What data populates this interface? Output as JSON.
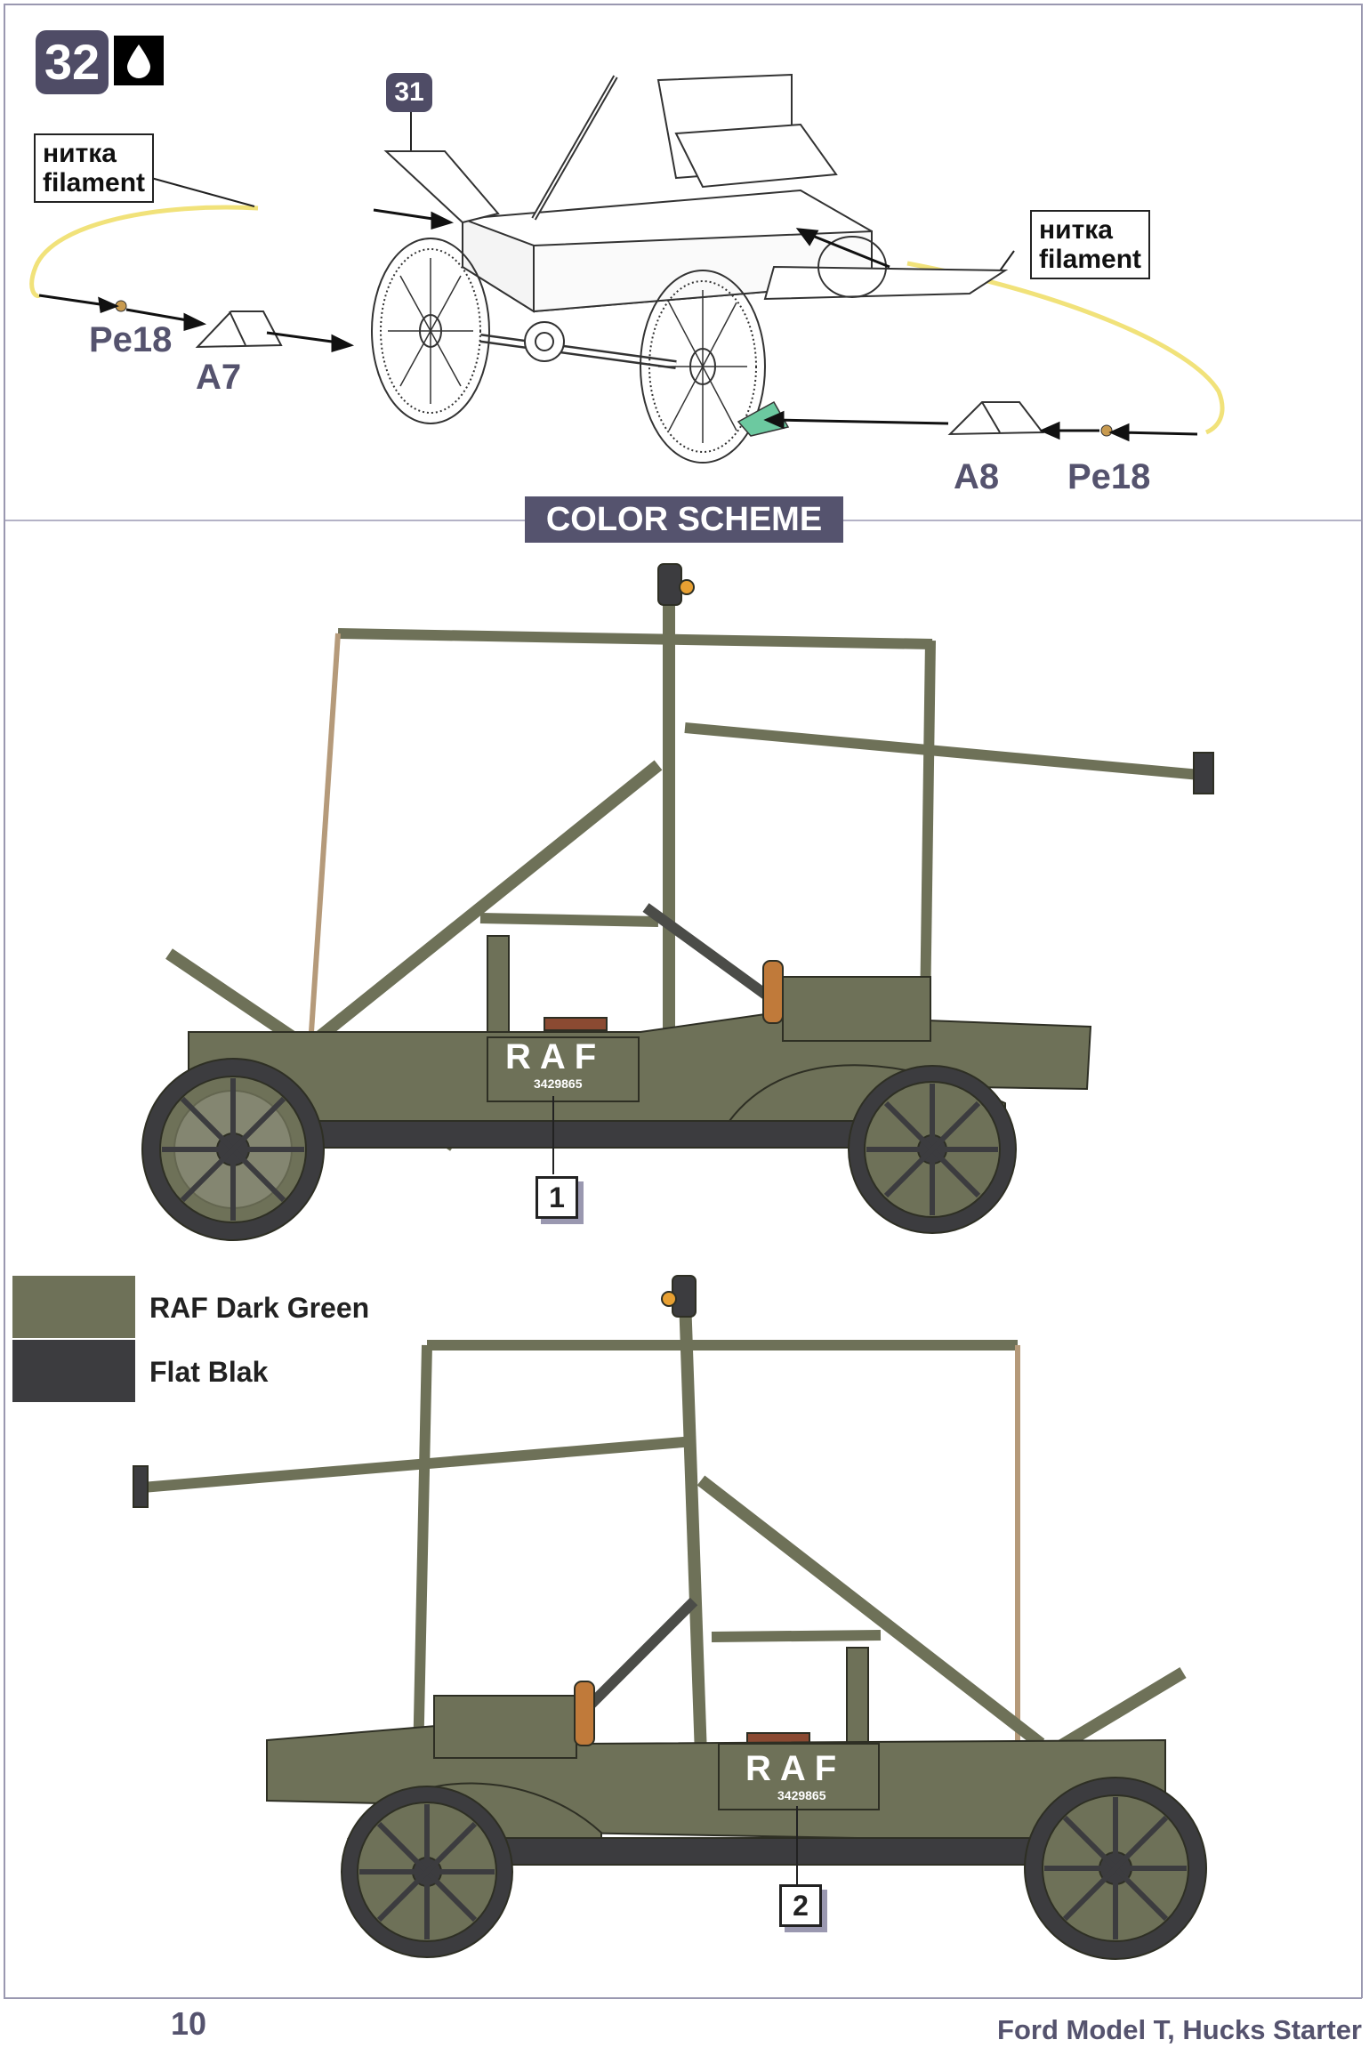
{
  "step": {
    "number": "32",
    "icon": "glue-drop-icon",
    "sub_step": "31"
  },
  "callouts": [
    {
      "ru": "нитка",
      "en": "filament"
    },
    {
      "ru": "нитка",
      "en": "filament"
    }
  ],
  "parts": {
    "pe_left": "Pe18",
    "a7": "A7",
    "a8": "A8",
    "pe_right": "Pe18"
  },
  "color_scheme": {
    "title": "COLOR SCHEME",
    "legend": [
      {
        "name": "RAF Dark Green",
        "color": "#6e7158"
      },
      {
        "name": "Flat Blak",
        "color": "#3c3c3f"
      }
    ],
    "variants": [
      {
        "number": "1",
        "marking": "RAF",
        "serial": "3429865"
      },
      {
        "number": "2",
        "marking": "RAF",
        "serial": "3429865"
      }
    ]
  },
  "footer": {
    "page": "10",
    "title": "Ford Model T, Hucks Starter"
  }
}
